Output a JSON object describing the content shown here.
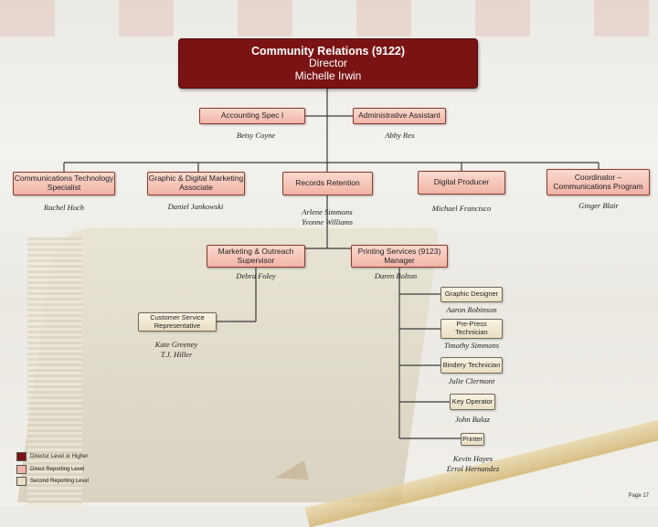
{
  "director": {
    "title": "Community Relations (9122)",
    "role": "Director",
    "name": "Michelle Irwin"
  },
  "direct_reports": {
    "accounting": {
      "title": "Accounting Spec I",
      "name": "Betsy Coyne"
    },
    "admin_assistant": {
      "title": "Administrative Assistant",
      "name": "Abby Rex"
    },
    "comm_tech": {
      "title": "Communications Technology Specialist",
      "name": "Rachel Hoch"
    },
    "graphic_digital": {
      "title": "Graphic & Digital Marketing Associate",
      "name": "Daniel Jankowski"
    },
    "records": {
      "title": "Records Retention",
      "names": [
        "Arlene Simmons",
        "Yvonne Williams"
      ]
    },
    "digital_producer": {
      "title": "Digital Producer",
      "name": "Michael Francisco"
    },
    "coordinator": {
      "title": "Coordinator – Communications Program",
      "name": "Ginger Blair"
    },
    "marketing": {
      "title": "Marketing & Outreach Supervisor",
      "name": "Debra Foley"
    },
    "printing": {
      "title": "Printing Services (9123) Manager",
      "name": "Daren Bolton"
    }
  },
  "second_level": {
    "customer_service": {
      "title": "Customer Service Representative",
      "names": [
        "Kate Greeney",
        "T.J. Hiller"
      ]
    },
    "graphic_designer": {
      "title": "Graphic Designer",
      "name": "Aaron Robinson"
    },
    "prepress": {
      "title": "Pre-Press Technician",
      "name": "Timothy Simmons"
    },
    "bindery": {
      "title": "Bindery Technician",
      "name": "Julie Clermont"
    },
    "key_operator": {
      "title": "Key Operator",
      "name": "John Balaz"
    },
    "printer": {
      "title": "Printer",
      "names": [
        "Kevin Hayes",
        "Errol Hernandez"
      ]
    }
  },
  "legend": {
    "director_level": "Director Level or Higher",
    "direct_reporting": "Direct Reporting Level",
    "second_reporting": "Second Reporting Level",
    "colors": {
      "director": "#7a1414",
      "direct": "#f1b4a6",
      "second": "#e9dfc2"
    }
  },
  "page_number": "Page 17"
}
